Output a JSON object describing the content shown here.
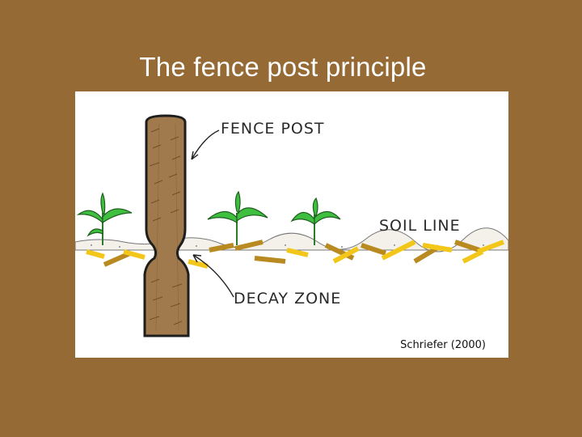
{
  "slide": {
    "title": "The fence post principle"
  },
  "figure": {
    "labels": {
      "fence_post": "FENCE POST",
      "soil_line": "SOIL LINE",
      "decay_zone": "DECAY ZONE"
    },
    "credit": "Schriefer (2000)"
  },
  "colors": {
    "background": "#966a35",
    "post": "#a07a4c",
    "leaf": "#3fbf3f",
    "residue_gold": "#f2c71a",
    "residue_brown": "#b88a1f"
  }
}
